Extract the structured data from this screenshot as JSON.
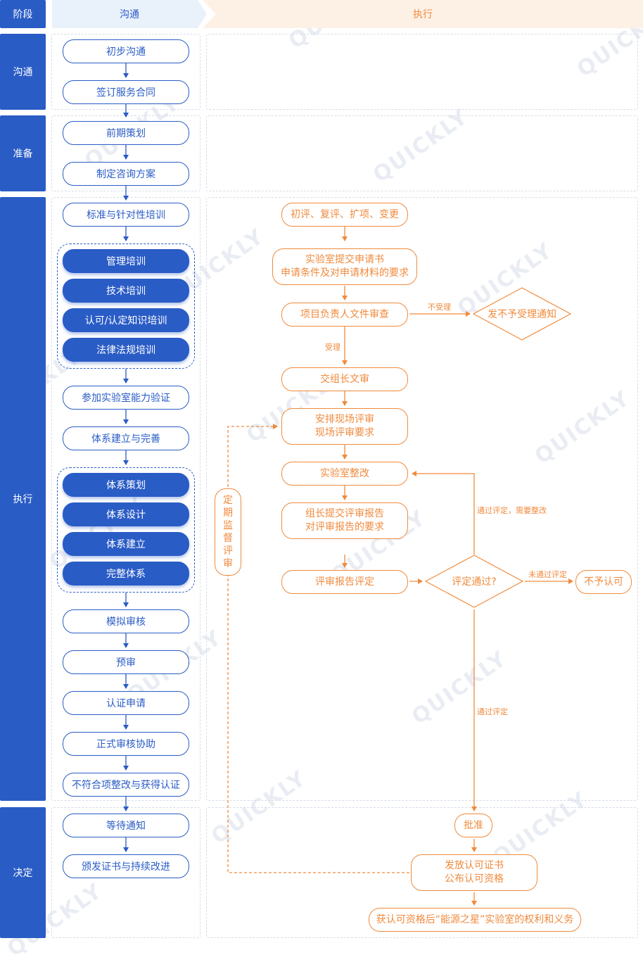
{
  "header": {
    "stage": "阶段",
    "communicate": "沟通",
    "execute": "执行"
  },
  "stages": {
    "s1": "沟通",
    "s2": "准备",
    "s3": "执行",
    "s4": "决定"
  },
  "left_nodes": {
    "n1": "初步沟通",
    "n2": "签订服务合同",
    "n3": "前期策划",
    "n4": "制定咨询方案",
    "n5": "标准与针对性培训",
    "n6": "管理培训",
    "n7": "技术培训",
    "n8": "认可/认定知识培训",
    "n9": "法律法规培训",
    "n10": "参加实验室能力验证",
    "n11": "体系建立与完善",
    "n12": "体系策划",
    "n13": "体系设计",
    "n14": "体系建立",
    "n15": "完整体系",
    "n16": "模拟审核",
    "n17": "预审",
    "n18": "认证申请",
    "n19": "正式审核协助",
    "n20": "不符合项整改与获得认证",
    "n21": "等待通知",
    "n22": "颁发证书与持续改进"
  },
  "right_nodes": {
    "r1": "初评、复评、扩项、变更",
    "r2a": "实验室提交申请书",
    "r2b": "申请条件及对申请材料的要求",
    "r3": "项目负责人文件审查",
    "r4": "交组长文审",
    "r5a": "安排现场评审",
    "r5b": "现场评审要求",
    "r6": "实验室整改",
    "r7a": "组长提交评审报告",
    "r7b": "对评审报告的要求",
    "r8": "评审报告评定",
    "d1": "发不予受理通知",
    "d2": "评定通过?",
    "r9": "不予认可",
    "r10": "批准",
    "r11a": "发放认可证书",
    "r11b": "公布认可资格",
    "r12": "获认可资格后“能源之星”实验室的权利和义务",
    "super": [
      "定",
      "期",
      "监",
      "督",
      "评",
      "审"
    ]
  },
  "edge_labels": {
    "reject": "不受理",
    "accept": "受理",
    "rework": "通过评定，需要整改",
    "fail": "未通过评定",
    "pass": "通过评定"
  },
  "watermark": "QUICKLY",
  "colors": {
    "blue": "#2a5cc6",
    "orange": "#f08a3c",
    "header_left": "#e9f1fb",
    "header_right": "#fdf1e6"
  }
}
